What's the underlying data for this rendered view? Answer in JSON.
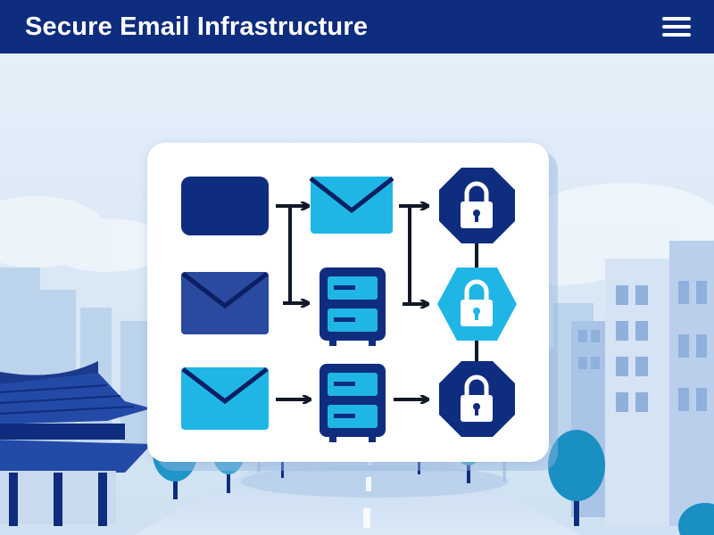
{
  "header": {
    "title": "Secure Email Infrastructure",
    "menu_icon": "hamburger-menu-icon"
  },
  "diagram": {
    "rows": [
      {
        "source_icon": "document-block-icon",
        "mid_icon": "envelope-icon",
        "end_icon": "padlock-octagon-icon"
      },
      {
        "source_icon": "envelope-icon",
        "mid_icon": "server-rack-icon",
        "end_icon": "padlock-hexagon-icon"
      },
      {
        "source_icon": "envelope-icon",
        "mid_icon": "server-rack-icon",
        "end_icon": "padlock-octagon-icon"
      }
    ],
    "colors": {
      "navy": "#0f2d7e",
      "royal": "#2a4aa0",
      "cyan": "#1fb6e6",
      "dark_navy": "#0b1f63"
    }
  },
  "background": {
    "elements": [
      "sky",
      "clouds",
      "city-skyline",
      "traditional-gate-building",
      "trees",
      "street",
      "street-lamps"
    ]
  }
}
